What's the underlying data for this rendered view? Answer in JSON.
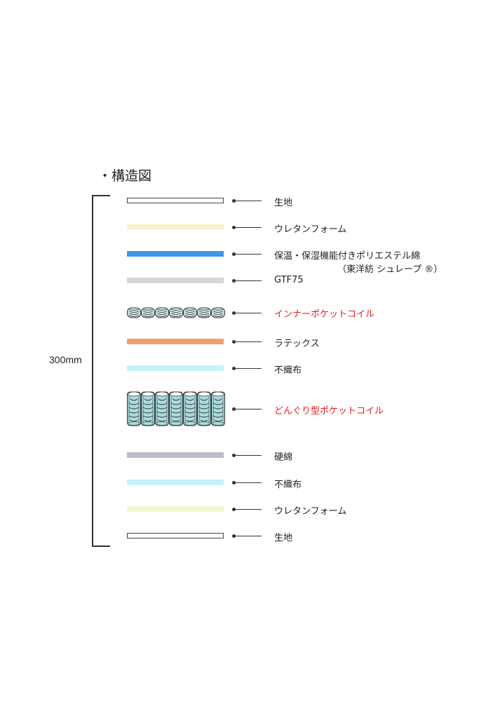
{
  "title": "・構造図",
  "total_height": "300mm",
  "layers": [
    {
      "id": "fabric-top",
      "label": "生地",
      "kind": "outline",
      "color": "#ffffff",
      "red": false
    },
    {
      "id": "urethane-top",
      "label": "ウレタンフォーム",
      "kind": "bar",
      "color": "#f4f4c8",
      "red": false
    },
    {
      "id": "polyester",
      "label": "保温・保湿機能付きポリエステル綿",
      "sublabel": "（東洋紡 シュレープ ®）",
      "kind": "bar",
      "color": "#3e96e8",
      "red": false
    },
    {
      "id": "gtf75",
      "label": "GTF75",
      "kind": "bar",
      "color": "#d6d6d6",
      "red": false
    },
    {
      "id": "inner-pocket-coil",
      "label": "インナーポケットコイル",
      "kind": "small-coil",
      "color": "#cfe8ea",
      "red": true
    },
    {
      "id": "latex",
      "label": "ラテックス",
      "kind": "bar",
      "color": "#f0a070",
      "red": false
    },
    {
      "id": "nonwoven-top",
      "label": "不織布",
      "kind": "bar",
      "color": "#c8f2f8",
      "red": false
    },
    {
      "id": "donguri-pocket-coil",
      "label": "どんぐり型ポケットコイル",
      "kind": "tall-coil",
      "color": "#a9dcdf",
      "red": true
    },
    {
      "id": "hard-cotton",
      "label": "硬綿",
      "kind": "bar",
      "color": "#bcbcc8",
      "red": false
    },
    {
      "id": "nonwoven-bottom",
      "label": "不織布",
      "kind": "bar",
      "color": "#c8f2f8",
      "red": false
    },
    {
      "id": "urethane-bottom",
      "label": "ウレタンフォーム",
      "kind": "bar",
      "color": "#f4f4d0",
      "red": false
    },
    {
      "id": "fabric-bottom",
      "label": "生地",
      "kind": "outline",
      "color": "#ffffff",
      "red": false
    }
  ]
}
